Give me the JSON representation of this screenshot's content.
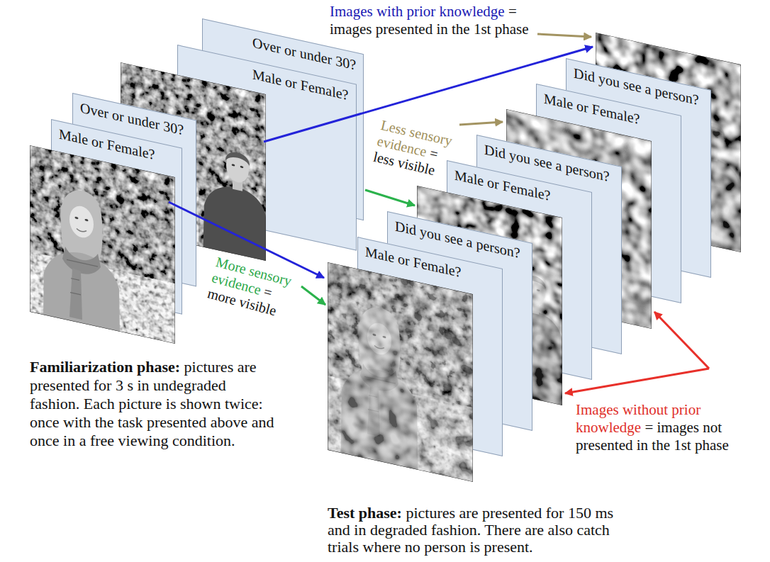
{
  "diagram": {
    "nodes": [
      {
        "text": [
          "Over or under 30?"
        ]
      },
      {
        "text": [
          "Male or Female?"
        ]
      },
      {
        "text": [
          "Over or under 30?"
        ]
      },
      {
        "text": [
          "Male or Female?"
        ]
      },
      {
        "text": [
          "Did you see a person?"
        ]
      },
      {
        "text": [
          "Male or Female?"
        ]
      },
      {
        "text": [
          "Did you see a person?"
        ]
      },
      {
        "text": [
          "Male or Female?"
        ]
      },
      {
        "text": [
          "Did you see a person?"
        ]
      },
      {
        "text": [
          "Male or Female?"
        ]
      }
    ],
    "labels": [
      "Images with prior knowledge",
      "= images presented in the 1st phase",
      "Less sensory evidence",
      "= less visible",
      "More sensory evidence",
      "= more visible",
      "Images without prior knowledge",
      "= images not presented in the 1st phase",
      "Familiarization phase:",
      "pictures are presented for 3 s in undegraded fashion. Each picture is shown twice: once with the task presented above and once in a free viewing condition.",
      "Test phase:",
      "pictures are presented for 150 ms and in degraded fashion. There are also catch trials where no person is present."
    ]
  }
}
